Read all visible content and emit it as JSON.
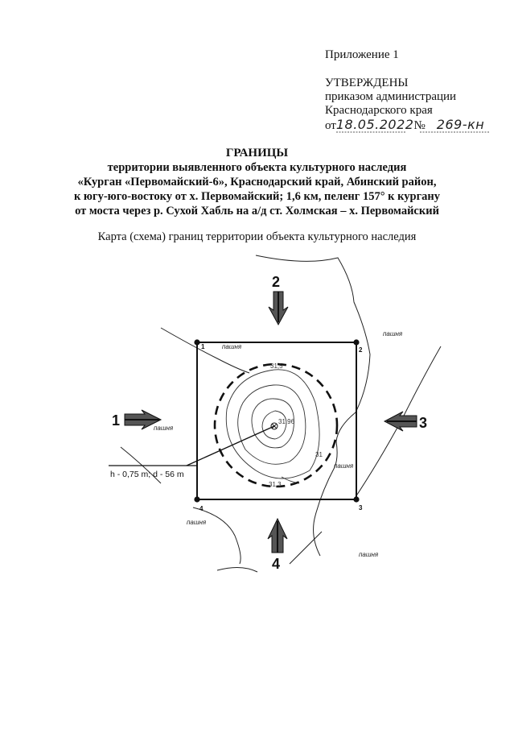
{
  "header": {
    "appendix": "Приложение 1",
    "approved_title": "УТВЕРЖДЕНЫ",
    "approved_line2": "приказом администрации",
    "approved_line3": "Краснодарского края",
    "date_prefix": "от",
    "date_handwritten": "18.05.2022",
    "number_sign": "№",
    "number_handwritten": "269-кн"
  },
  "title": {
    "main": "ГРАНИЦЫ",
    "line1": "территории выявленного объекта культурного наследия",
    "line2": "«Курган «Первомайский-6», Краснодарский край, Абинский район,",
    "line3": "к югу-юго-востоку от х. Первомайский; 1,6 км, пеленг 157° к кургану",
    "line4": "от моста через р. Сухой Хабль на а/д ст. Холмская – х. Первомайский"
  },
  "caption": "Карта (схема) границ территории объекта культурного наследия",
  "map": {
    "corners": [
      "1",
      "2",
      "3",
      "4"
    ],
    "arrows": [
      "1",
      "2",
      "3",
      "4"
    ],
    "field_label": "пашня",
    "contour_labels": [
      "31,5",
      "31,96",
      "31",
      "31,3"
    ],
    "mound_dims": "h - 0,75 m; d - 56 m"
  }
}
